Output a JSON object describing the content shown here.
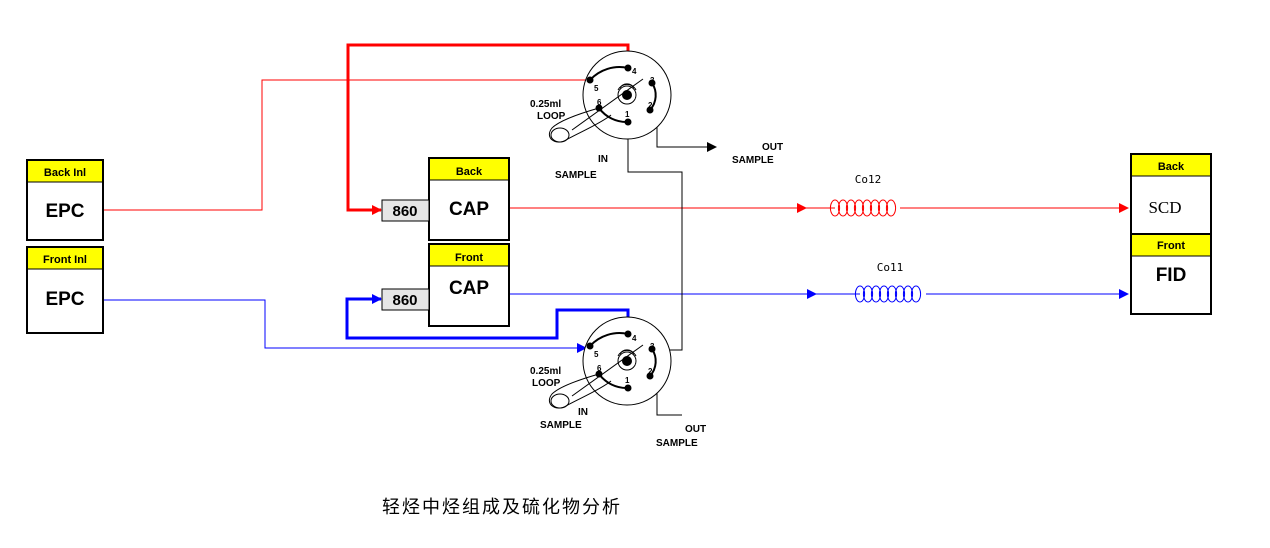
{
  "epc_back": {
    "header": "Back Inl",
    "label": "EPC"
  },
  "epc_front": {
    "header": "Front Inl",
    "label": "EPC"
  },
  "cap_back": {
    "header": "Back",
    "label": "CAP",
    "pressure": "860"
  },
  "cap_front": {
    "header": "Front",
    "label": "CAP",
    "pressure": "860"
  },
  "detector_back": {
    "header": "Back",
    "label": "SCD"
  },
  "detector_front": {
    "header": "Front",
    "label": "FID"
  },
  "valve_top": {
    "ports": [
      "1",
      "2",
      "3",
      "4",
      "5",
      "6"
    ],
    "loop_line1": "0.25ml",
    "loop_line2": "LOOP",
    "in_line1": "IN",
    "in_line2": "SAMPLE",
    "out_line1": "OUT",
    "out_line2": "SAMPLE"
  },
  "valve_bottom": {
    "ports": [
      "1",
      "2",
      "3",
      "4",
      "5",
      "6"
    ],
    "loop_line1": "0.25ml",
    "loop_line2": "LOOP",
    "in_line1": "IN",
    "in_line2": "SAMPLE",
    "out_line1": "OUT",
    "out_line2": "SAMPLE"
  },
  "columns": {
    "col2": "Co12",
    "col1": "Co11"
  },
  "caption": "轻烃中烃组成及硫化物分析",
  "colors": {
    "back_line": "#ff0000",
    "front_line": "#0000ff",
    "header_fill": "#ffff00",
    "sample_line": "#000000"
  }
}
